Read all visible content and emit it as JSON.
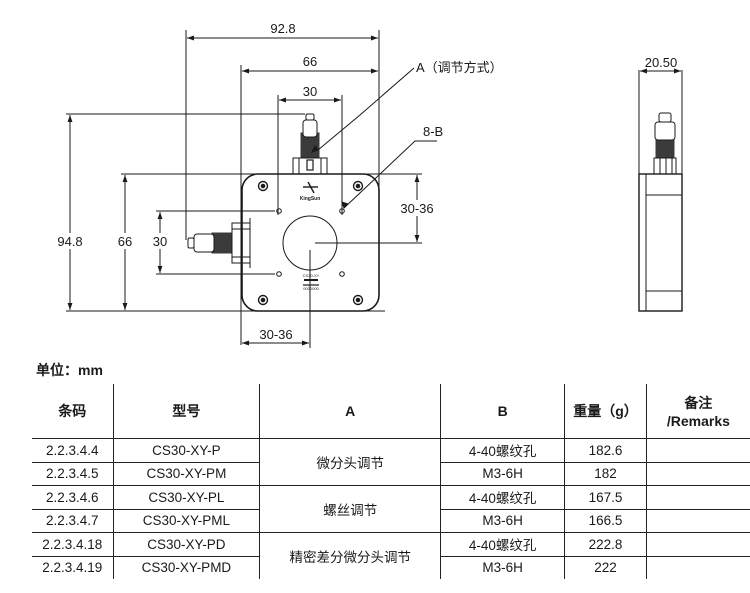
{
  "drawing": {
    "dimensions": {
      "width_overall": "92.8",
      "width_plate": "66",
      "width_holes": "30",
      "height_overall": "94.8",
      "height_plate": "66",
      "height_holes": "30",
      "aperture_offset_vertical": "30-36",
      "aperture_offset_horizontal": "30-36",
      "side_thickness": "20.50"
    },
    "callouts": {
      "adjuster": "A（调节方式）",
      "mount_holes": "8-B"
    },
    "brand_mark": "KingSun",
    "label_model": "CS30-XY",
    "label_serial": "0000000"
  },
  "unit_label": "单位：mm",
  "table": {
    "headers": [
      "条码",
      "型号",
      "A",
      "B",
      "重量（g）",
      "备注\n/Remarks"
    ],
    "header_remarks_line1": "备注",
    "header_remarks_line2": "/Remarks",
    "rows": [
      {
        "barcode": "2.2.3.4.4",
        "model": "CS30-XY-P",
        "b": "4-40螺纹孔",
        "weight": "182.6",
        "remarks": ""
      },
      {
        "barcode": "2.2.3.4.5",
        "model": "CS30-XY-PM",
        "b": "M3-6H",
        "weight": "182",
        "remarks": ""
      },
      {
        "barcode": "2.2.3.4.6",
        "model": "CS30-XY-PL",
        "b": "4-40螺纹孔",
        "weight": "167.5",
        "remarks": ""
      },
      {
        "barcode": "2.2.3.4.7",
        "model": "CS30-XY-PML",
        "b": "M3-6H",
        "weight": "166.5",
        "remarks": ""
      },
      {
        "barcode": "2.2.3.4.18",
        "model": "CS30-XY-PD",
        "b": "4-40螺纹孔",
        "weight": "222.8",
        "remarks": ""
      },
      {
        "barcode": "2.2.3.4.19",
        "model": "CS30-XY-PMD",
        "b": "M3-6H",
        "weight": "222",
        "remarks": ""
      }
    ],
    "a_groups": [
      "微分头调节",
      "螺丝调节",
      "精密差分微分头调节"
    ]
  }
}
